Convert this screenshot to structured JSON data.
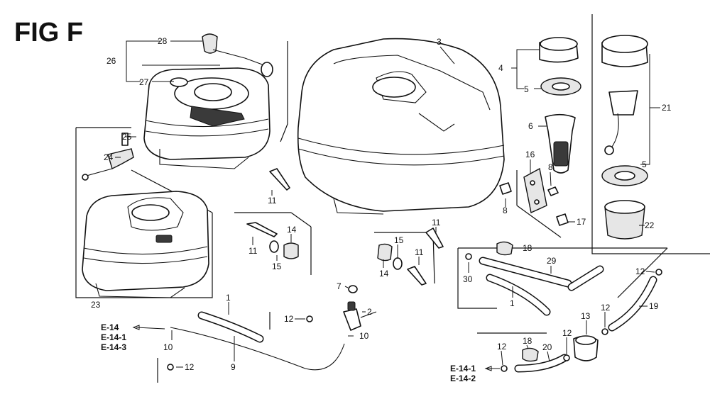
{
  "figure": {
    "title": "FIG F"
  },
  "callouts": [
    {
      "id": "c28",
      "label": "28"
    },
    {
      "id": "c26",
      "label": "26"
    },
    {
      "id": "c27",
      "label": "27"
    },
    {
      "id": "c3",
      "label": "3"
    },
    {
      "id": "c4",
      "label": "4"
    },
    {
      "id": "c5a",
      "label": "5"
    },
    {
      "id": "c21",
      "label": "21"
    },
    {
      "id": "c6",
      "label": "6"
    },
    {
      "id": "c5b",
      "label": "5"
    },
    {
      "id": "c25",
      "label": "25"
    },
    {
      "id": "c24",
      "label": "24"
    },
    {
      "id": "c16",
      "label": "16"
    },
    {
      "id": "c8a",
      "label": "8"
    },
    {
      "id": "c8b",
      "label": "8"
    },
    {
      "id": "c11a",
      "label": "11"
    },
    {
      "id": "c17",
      "label": "17"
    },
    {
      "id": "c22",
      "label": "22"
    },
    {
      "id": "c11b",
      "label": "11"
    },
    {
      "id": "c14a",
      "label": "14"
    },
    {
      "id": "c15a",
      "label": "15"
    },
    {
      "id": "c11c",
      "label": "11"
    },
    {
      "id": "c15b",
      "label": "15"
    },
    {
      "id": "c11d",
      "label": "11"
    },
    {
      "id": "c14b",
      "label": "14"
    },
    {
      "id": "c18a",
      "label": "18"
    },
    {
      "id": "c29",
      "label": "29"
    },
    {
      "id": "c30",
      "label": "30"
    },
    {
      "id": "c12a",
      "label": "12"
    },
    {
      "id": "c23",
      "label": "23"
    },
    {
      "id": "c7",
      "label": "7"
    },
    {
      "id": "c1a",
      "label": "1"
    },
    {
      "id": "c1b",
      "label": "1"
    },
    {
      "id": "c19",
      "label": "19"
    },
    {
      "id": "c2",
      "label": "2"
    },
    {
      "id": "c12b",
      "label": "12"
    },
    {
      "id": "c10a",
      "label": "10"
    },
    {
      "id": "c10b",
      "label": "10"
    },
    {
      "id": "c13",
      "label": "13"
    },
    {
      "id": "c12c",
      "label": "12"
    },
    {
      "id": "c12d",
      "label": "12"
    },
    {
      "id": "c18b",
      "label": "18"
    },
    {
      "id": "c20",
      "label": "20"
    },
    {
      "id": "c12e",
      "label": "12"
    },
    {
      "id": "c9",
      "label": "9"
    },
    {
      "id": "c12f",
      "label": "12"
    }
  ],
  "references": {
    "left": [
      "E-14",
      "E-14-1",
      "E-14-3"
    ],
    "right": [
      "E-14-1",
      "E-14-2"
    ]
  }
}
